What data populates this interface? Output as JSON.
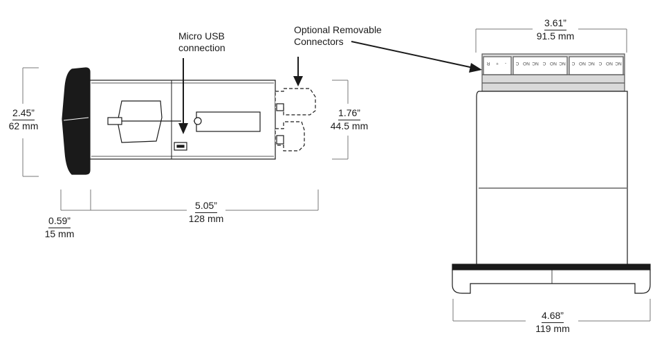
{
  "side_view": {
    "height": {
      "in": "2.45”",
      "mm": "62 mm"
    },
    "depth": {
      "in": "5.05”",
      "mm": "128 mm"
    },
    "bezel": {
      "in": "0.59”",
      "mm": "15 mm"
    },
    "connector_height": {
      "in": "1.76”",
      "mm": "44.5 mm"
    },
    "usb_label": [
      "Micro USB",
      "connection"
    ],
    "connectors_label": [
      "Optional Removable",
      "Connectors"
    ]
  },
  "top_view": {
    "connector_width": {
      "in": "3.61”",
      "mm": "91.5 mm"
    },
    "overall_width": {
      "in": "4.68”",
      "mm": "119 mm"
    },
    "terminal_labels": {
      "power": [
        "R",
        "+",
        "-"
      ],
      "relay_a": [
        "C",
        "NO",
        "NC",
        "C",
        "NO",
        "NC"
      ],
      "relay_b": [
        "C",
        "NO",
        "NC",
        "C",
        "NO",
        "NC"
      ]
    }
  },
  "colors": {
    "line": "#1a1a1a",
    "dim": "#777777",
    "body": "#ffffff",
    "bezel": "#111111",
    "connector": "#bfbfbf"
  }
}
